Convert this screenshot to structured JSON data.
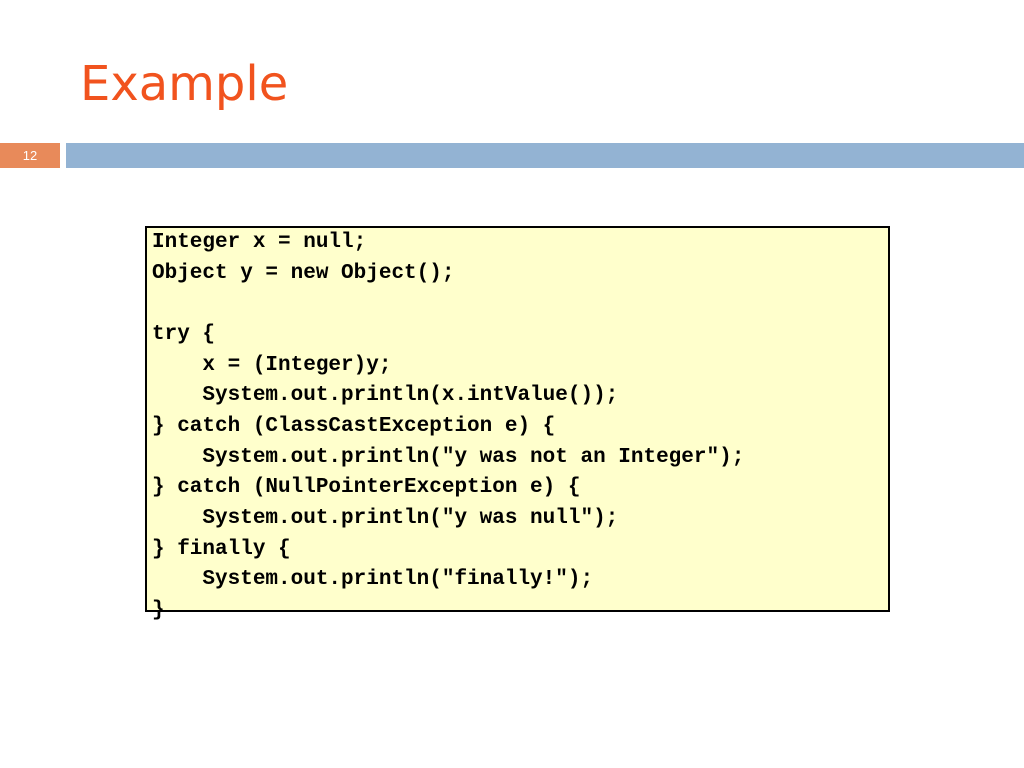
{
  "slide": {
    "title": "Example",
    "number": "12"
  },
  "code_lines": [
    "Integer x = null;",
    "Object y = new Object();",
    "",
    "try {",
    "    x = (Integer)y;",
    "    System.out.println(x.intValue());",
    "} catch (ClassCastException e) {",
    "    System.out.println(\"y was not an Integer\");",
    "} catch (NullPointerException e) {",
    "    System.out.println(\"y was null\");",
    "} finally {",
    "    System.out.println(\"finally!\");",
    "}"
  ],
  "colors": {
    "title": "#f1531e",
    "number_box": "#e88a5a",
    "header_bar": "#93b3d3",
    "code_background": "#ffffcc"
  }
}
